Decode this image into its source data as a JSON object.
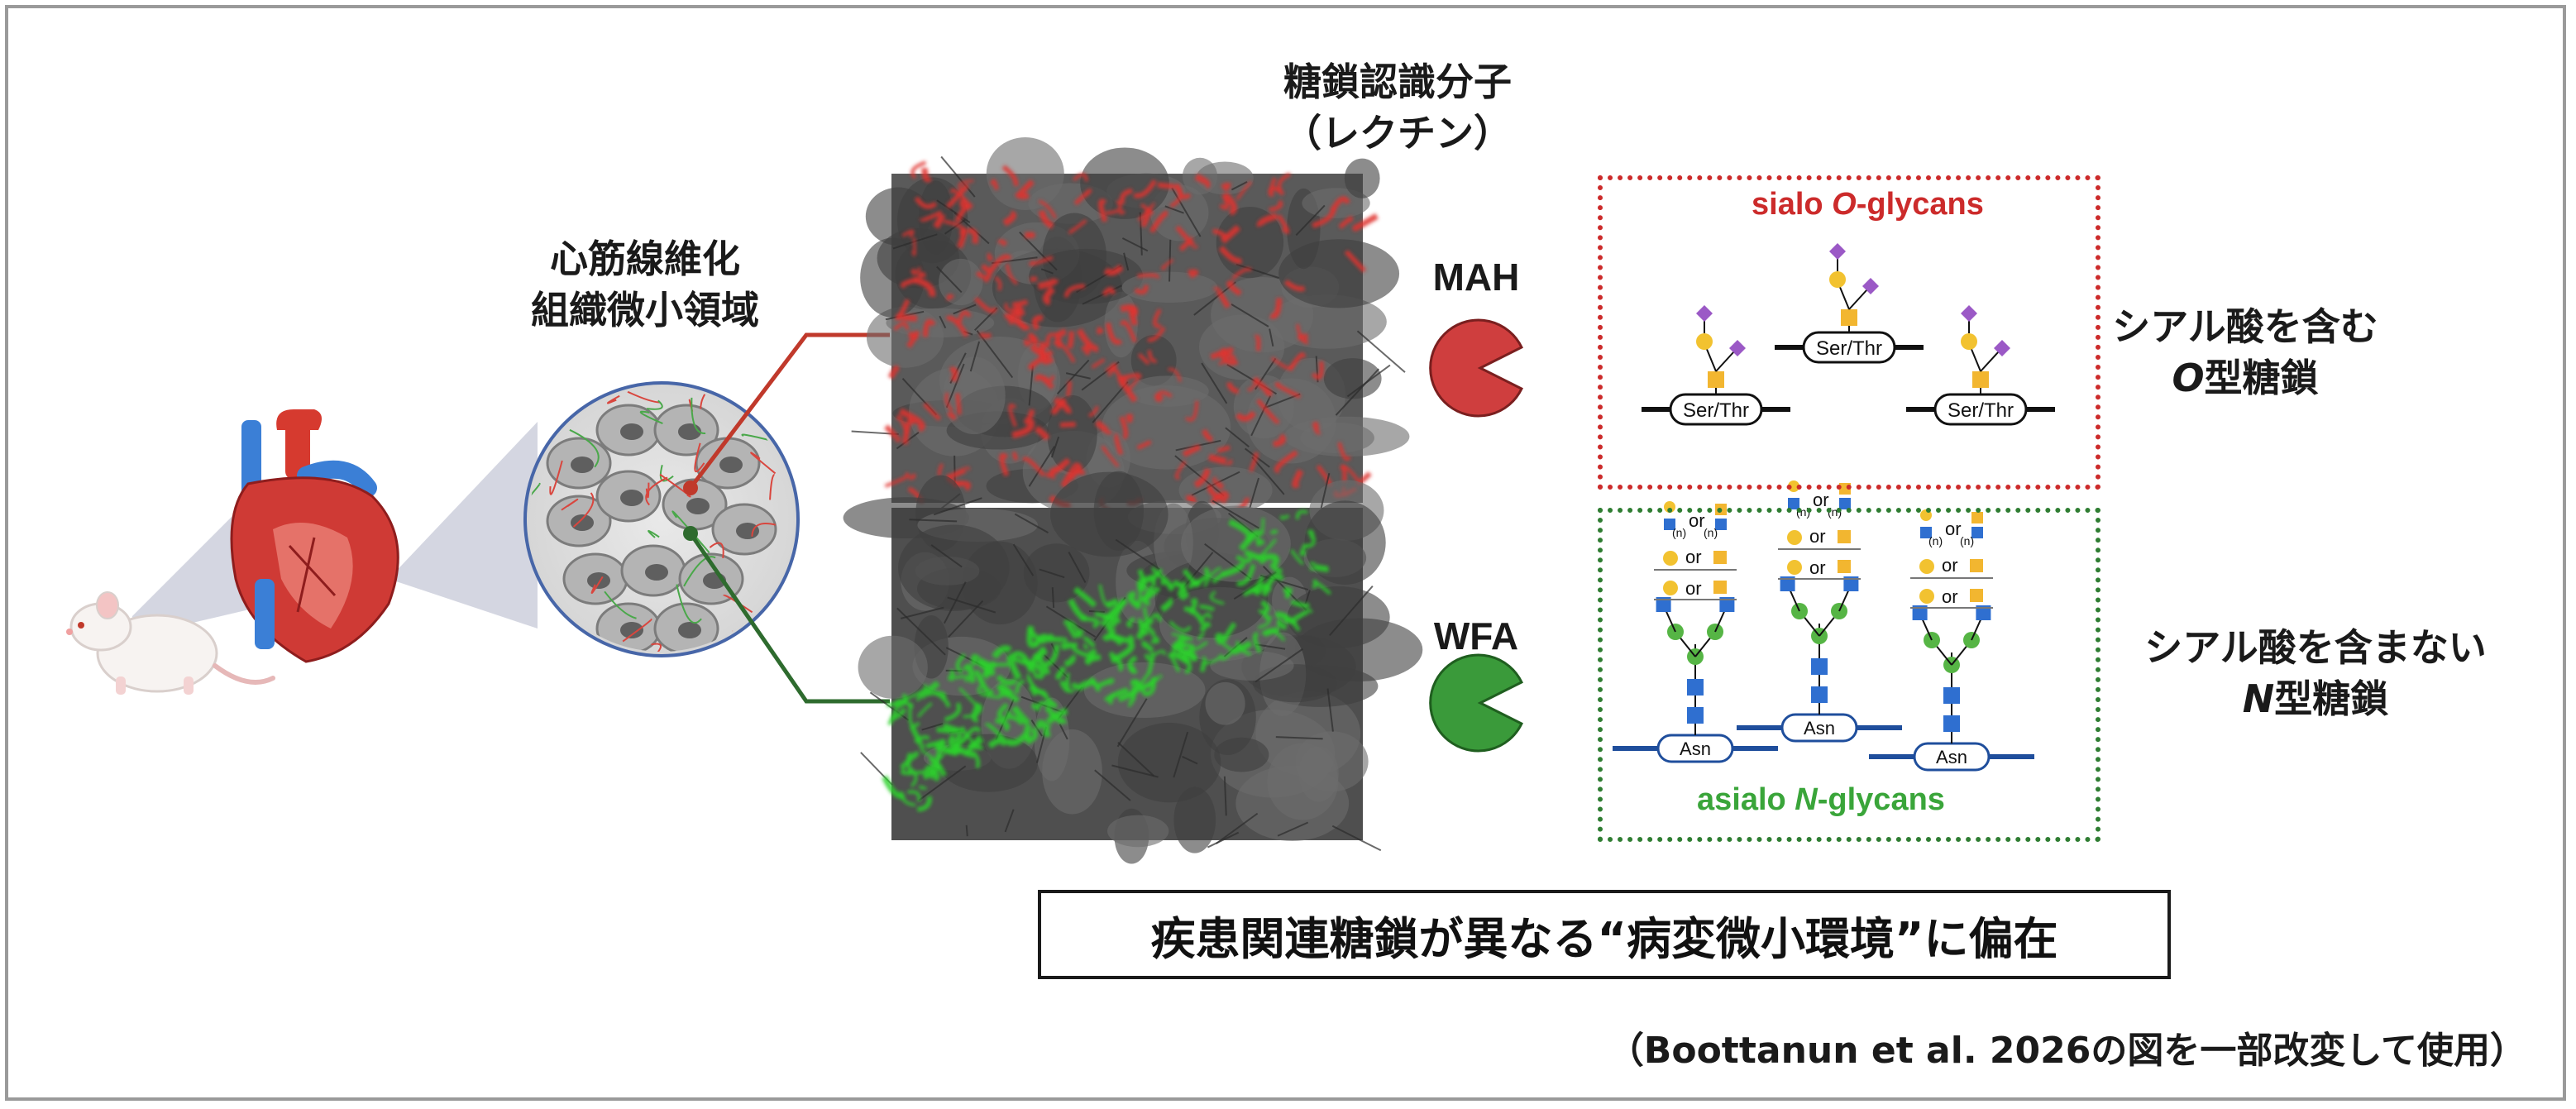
{
  "lectin_title": [
    "糖鎖認識分子",
    "（レクチン）"
  ],
  "fibrosis_title": [
    "心筋線維化",
    "組織微小領域"
  ],
  "lectins": [
    {
      "name": "MAH",
      "color": "#cf3e3e",
      "stain_color": "#e0342f"
    },
    {
      "name": "WFA",
      "color": "#3a9a3a",
      "stain_color": "#2bd12b"
    }
  ],
  "sialo": {
    "label_prefix": "sialo ",
    "label_italic": "O",
    "label_suffix": "-glycans",
    "residue": "Ser/Thr",
    "color": "#cc2b2b"
  },
  "asialo": {
    "label_prefix": "asialo ",
    "label_italic": "N",
    "label_suffix": "-glycans",
    "residue": "Asn",
    "or_text": "or",
    "n_text": "(n)",
    "color": "#3aa53a"
  },
  "right_labels": {
    "o_glycan": [
      "シアル酸を含む",
      "O",
      "型糖鎖"
    ],
    "n_glycan": [
      "シアル酸を含まない",
      "N",
      "型糖鎖"
    ]
  },
  "banner": "疾患関連糖鎖が異なる“病変微小環境”に偏在",
  "citation": "（Boottanun et al. 2026の図を一部改変して使用）",
  "colors": {
    "galnac_square": "#f2b630",
    "galactose_circle": "#f2c230",
    "sialic_acid_diamond": "#9b59c6",
    "glcnac_square": "#2f6fd0",
    "mannose_circle": "#56b545",
    "fibrosis_line_red": "#c0392b",
    "fibrosis_line_green": "#2e6b2e"
  }
}
